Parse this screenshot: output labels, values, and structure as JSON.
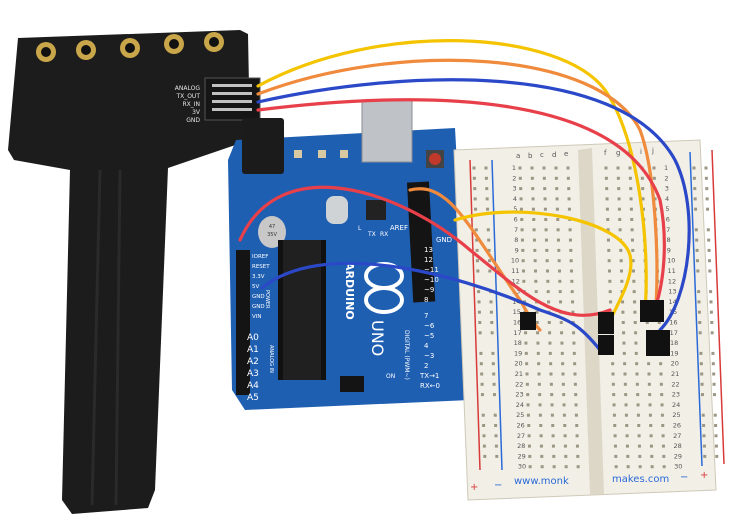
{
  "sensor": {
    "pin_labels": [
      "ANALOG",
      "TX_OUT",
      "RX_IN",
      "3V",
      "GND"
    ]
  },
  "arduino": {
    "brand": "ARDUINO",
    "model": "UNO",
    "aref": "AREF",
    "gnd": "GND",
    "digital_pins": [
      "13",
      "12",
      "~11",
      "~10",
      "~9",
      "8",
      "7",
      "~6",
      "~5",
      "4",
      "~3",
      "2",
      "TX→1",
      "RX←0"
    ],
    "digital_label": "DIGITAL (PWM~)",
    "power_pins": [
      "IOREF",
      "RESET",
      "3.3V",
      "5V",
      "GND",
      "GND",
      "VIN"
    ],
    "power_label": "POWER",
    "analog_pins": [
      "A0",
      "A1",
      "A2",
      "A3",
      "A4",
      "A5"
    ],
    "analog_label": "ANALOG IN",
    "led_labels": [
      "L",
      "TX",
      "RX",
      "ON"
    ],
    "capacitor_text": [
      "47",
      "35V"
    ]
  },
  "breadboard": {
    "column_letters_left": [
      "a",
      "b",
      "c",
      "d",
      "e"
    ],
    "column_letters_right": [
      "f",
      "g",
      "h",
      "i",
      "j"
    ],
    "row_numbers": [
      "1",
      "2",
      "3",
      "4",
      "5",
      "6",
      "7",
      "8",
      "9",
      "10",
      "11",
      "12",
      "13",
      "14",
      "15",
      "16",
      "17",
      "18",
      "19",
      "20",
      "21",
      "22",
      "23",
      "24",
      "25",
      "26",
      "27",
      "28",
      "29",
      "30"
    ],
    "brand_left": "www.monk",
    "brand_right": "makes.com",
    "rail_signs": [
      "+",
      "−",
      "+",
      "−"
    ]
  },
  "wire_colors": {
    "yellow": "#f5c400",
    "orange": "#f08a3c",
    "red": "#e8404a",
    "blue": "#2a48c8"
  }
}
